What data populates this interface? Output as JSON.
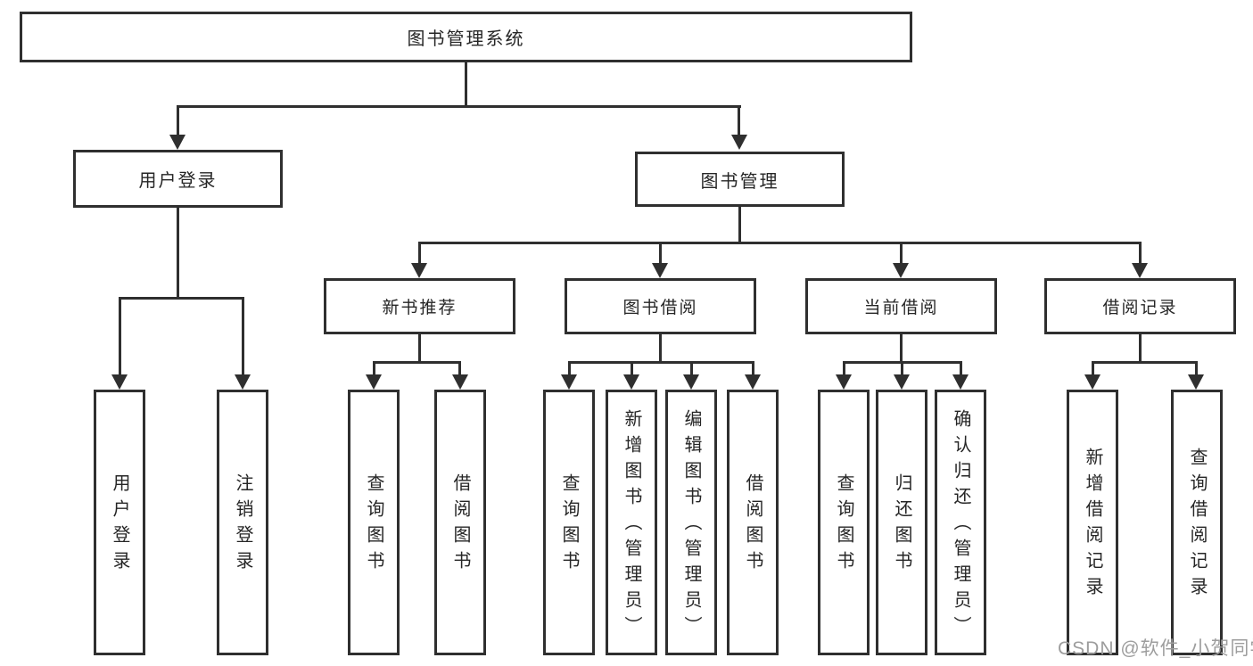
{
  "nodes": {
    "root": "图书管理系统",
    "branch_user": "用户登录",
    "branch_mgmt": "图书管理",
    "user_children": [
      "用户登录",
      "注销登录"
    ],
    "sections": [
      {
        "label": "新书推荐",
        "children": [
          "查询图书",
          "借阅图书"
        ]
      },
      {
        "label": "图书借阅",
        "children": [
          "查询图书",
          "新增图书（管理员）",
          "编辑图书（管理员）",
          "借阅图书"
        ]
      },
      {
        "label": "当前借阅",
        "children": [
          "查询图书",
          "归还图书",
          "确认归还（管理员）"
        ]
      },
      {
        "label": "借阅记录",
        "children": [
          "新增借阅记录",
          "查询借阅记录"
        ]
      }
    ]
  },
  "watermark": "CSDN @软件_小贺同学",
  "colors": {
    "line": "#2f2f2f",
    "text": "#262626",
    "watermark": "#9d9d9d",
    "background": "#ffffff"
  }
}
